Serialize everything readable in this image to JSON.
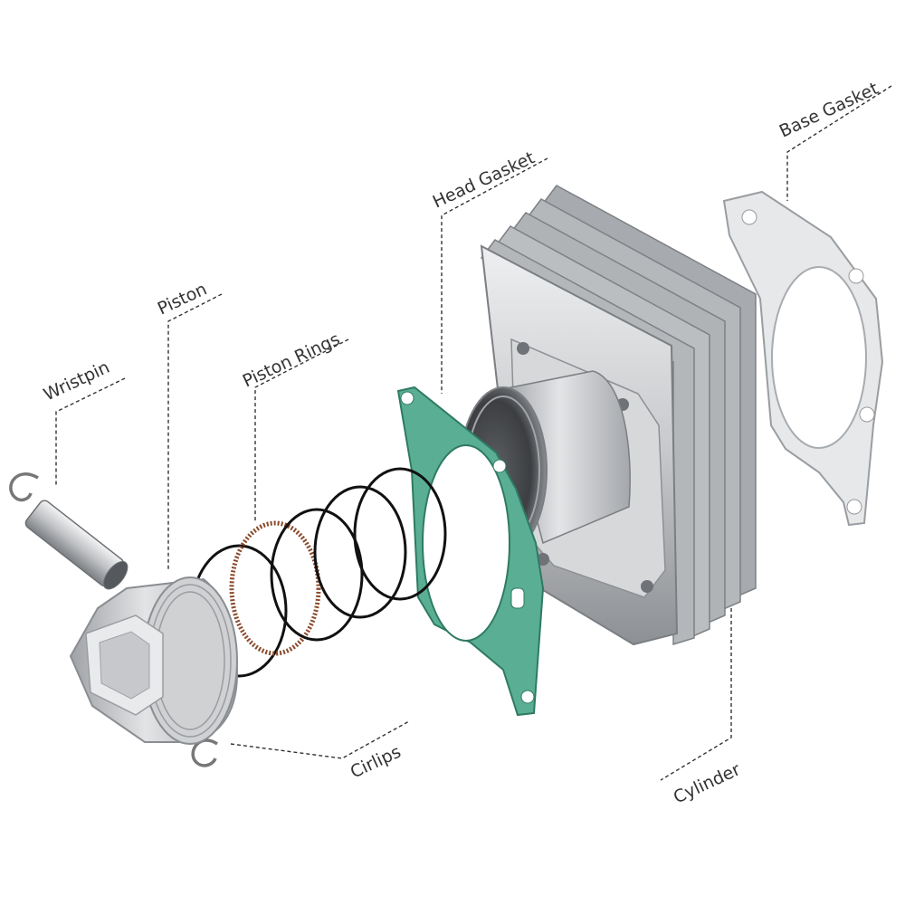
{
  "labels": {
    "wristpin": "Wristpin",
    "piston": "Piston",
    "piston_rings": "Piston Rings",
    "head_gasket": "Head Gasket",
    "base_gasket": "Base Gasket",
    "cirlips": "Cirlips",
    "cylinder": "Cylinder"
  },
  "colors": {
    "head_gasket": "#5aae93",
    "head_gasket_edge": "#2f7a63",
    "base_gasket": "#e6e8ea",
    "metal_light": "#d9dadc",
    "metal_mid": "#b4b6b9",
    "metal_dark": "#6f7276",
    "ring_black": "#111111",
    "ring_copper": "#8a4a2a",
    "text": "#333333"
  }
}
